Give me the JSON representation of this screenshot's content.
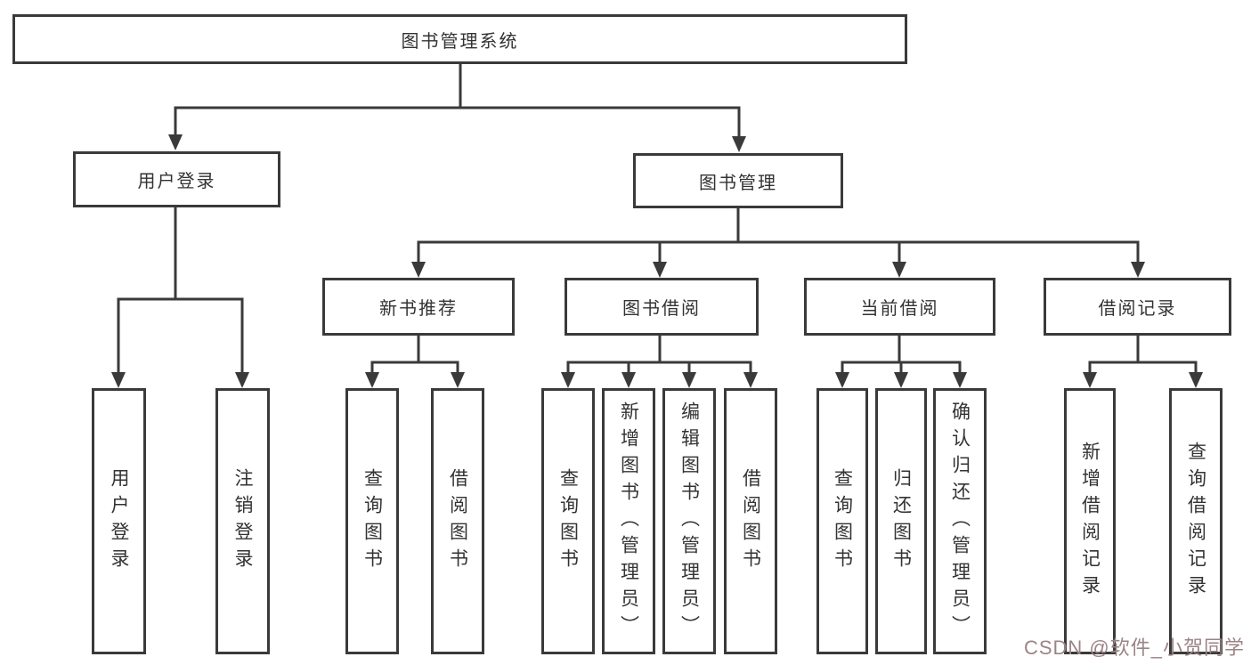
{
  "diagram_title": "图书管理系统",
  "tree": {
    "root": "图书管理系统",
    "user_login": {
      "label": "用户登录",
      "children": [
        "用户登录",
        "注销登录"
      ]
    },
    "book_mgmt": {
      "label": "图书管理",
      "modules": {
        "new_books": {
          "label": "新书推荐",
          "children": [
            "查询图书",
            "借阅图书"
          ]
        },
        "book_borrow": {
          "label": "图书借阅",
          "children": [
            "查询图书",
            "新增图书（管理员）",
            "编辑图书（管理员）",
            "借阅图书"
          ]
        },
        "current_borrow": {
          "label": "当前借阅",
          "children": [
            "查询图书",
            "归还图书",
            "确认归还（管理员）"
          ]
        },
        "borrow_records": {
          "label": "借阅记录",
          "children": [
            "新增借阅记录",
            "查询借阅记录"
          ]
        }
      }
    }
  },
  "watermark": "CSDN @软件_小贺同学",
  "colors": {
    "line": "#3a3a3a",
    "text": "#333333",
    "background": "#ffffff",
    "watermark": "#9b8486"
  }
}
